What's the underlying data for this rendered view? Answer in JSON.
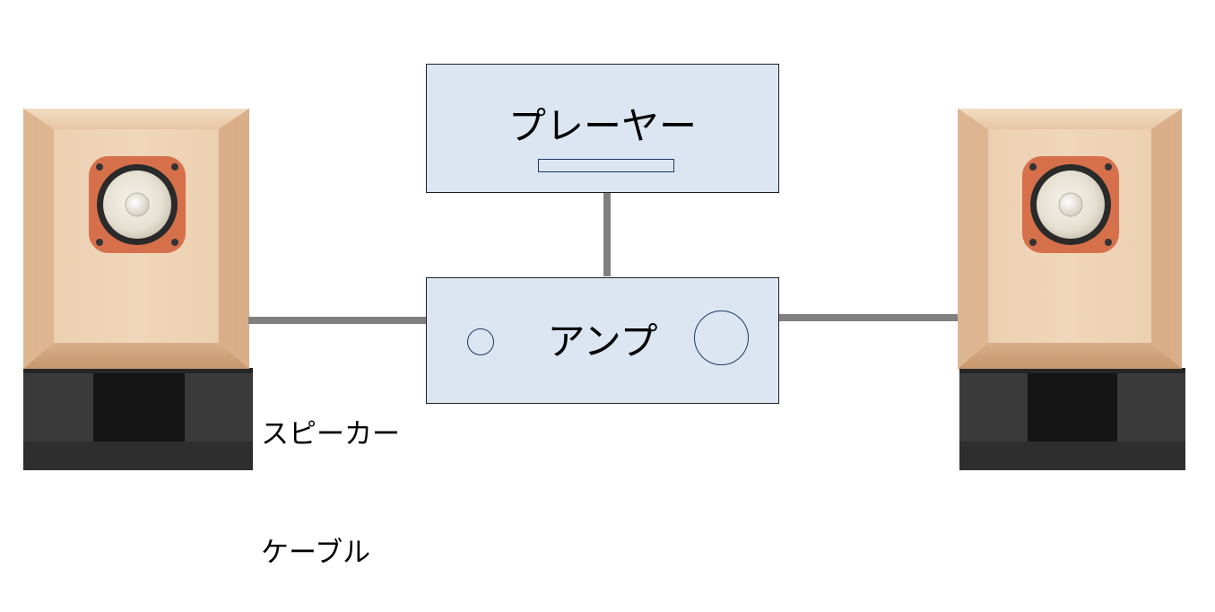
{
  "player": {
    "label": "プレーヤー"
  },
  "amplifier": {
    "label": "アンプ"
  },
  "cable": {
    "line1": "スピーカー",
    "line2": "ケーブル"
  },
  "colors": {
    "box_fill": "#dce6f2",
    "box_border": "#1f1f1f",
    "wire": "#808080",
    "wood": "#e8c7a6",
    "stand": "#3a3a3a",
    "driver_frame": "#d8734c",
    "cone": "#eeeadf"
  }
}
